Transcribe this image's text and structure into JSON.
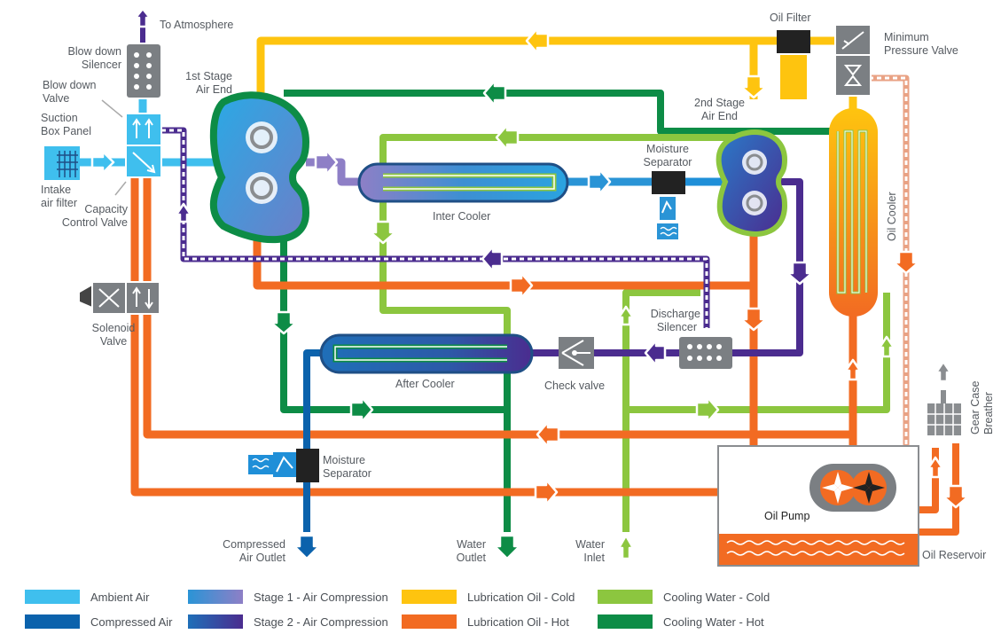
{
  "labels": {
    "to_atmosphere": "To Atmosphere",
    "blow_down_silencer": [
      "Blow down",
      "Silencer"
    ],
    "blow_down_valve": [
      "Blow down",
      "Valve"
    ],
    "suction_box_panel": [
      "Suction",
      "Box Panel"
    ],
    "intake_air_filter": [
      "Intake",
      "air filter"
    ],
    "capacity_control_valve": [
      "Capacity",
      "Control Valve"
    ],
    "first_stage_air_end": [
      "1st Stage",
      "Air End"
    ],
    "second_stage_air_end": [
      "2nd Stage",
      "Air End"
    ],
    "inter_cooler": "Inter Cooler",
    "moisture_separator_1": [
      "Moisture",
      "Separator"
    ],
    "oil_filter": "Oil Filter",
    "minimum_pressure_valve": [
      "Minimum",
      "Pressure Valve"
    ],
    "oil_cooler": "Oil Cooler",
    "solenoid_valve": [
      "Solenoid",
      "Valve"
    ],
    "discharge_silencer": [
      "Discharge",
      "Silencer"
    ],
    "after_cooler": "After Cooler",
    "check_valve": "Check valve",
    "moisture_separator_2": [
      "Moisture",
      "Separator"
    ],
    "gear_case_breather": [
      "Gear Case",
      "Breather"
    ],
    "oil_pump": "Oil Pump",
    "oil_reservoir": "Oil Reservoir",
    "compressed_air_outlet": [
      "Compressed",
      "Air Outlet"
    ],
    "water_outlet": [
      "Water",
      "Outlet"
    ],
    "water_inlet": [
      "Water",
      "Inlet"
    ]
  },
  "legend": [
    {
      "label": "Ambient Air",
      "color": "#3fbfee",
      "color2": ""
    },
    {
      "label": "Compressed Air",
      "color": "#0b62ac",
      "color2": ""
    },
    {
      "label": "Stage 1 - Air Compression",
      "color": "#2a94d6",
      "color2": "#8e7fc6"
    },
    {
      "label": "Stage 2 - Air Compression",
      "color": "#1f6fb8",
      "color2": "#4b2c8f"
    },
    {
      "label": "Lubrication Oil - Cold",
      "color": "#fec40f",
      "color2": ""
    },
    {
      "label": "Lubrication Oil - Hot",
      "color": "#f26b22",
      "color2": ""
    },
    {
      "label": "Cooling Water - Cold",
      "color": "#8cc63f",
      "color2": ""
    },
    {
      "label": "Cooling Water - Hot",
      "color": "#0d8c46",
      "color2": ""
    }
  ],
  "colors": {
    "ambient_air": "#3fbfee",
    "compressed_air": "#0b62ac",
    "stage2": "#4b2c8f",
    "oil_cold": "#fec40f",
    "oil_hot": "#f26b22",
    "water_cold": "#8cc63f",
    "water_hot": "#0d8c46",
    "component_grey": "#7b7f83",
    "component_dark": "#222222"
  }
}
